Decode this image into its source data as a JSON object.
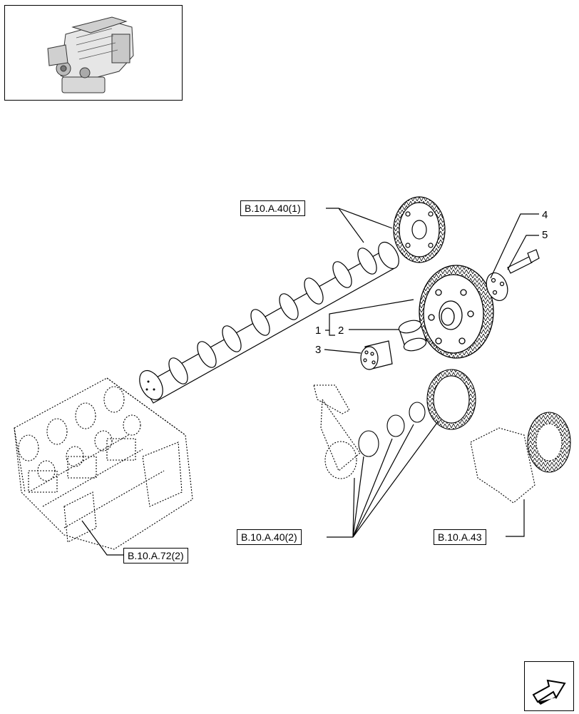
{
  "references": {
    "camshaft_gear_ref": "B.10.A.40(1)",
    "conrod_ref": "B.10.A.40(2)",
    "crankshaft_ref": "B.10.A.43",
    "block_ref": "B.10.A.72(2)"
  },
  "item_numbers": {
    "gear": "1",
    "bushing": "2",
    "hub": "3",
    "washer": "4",
    "bolt": "5"
  },
  "icons": {
    "thumbnail": "engine-thumbnail-icon",
    "navigation": "next-page-arrow-icon"
  }
}
